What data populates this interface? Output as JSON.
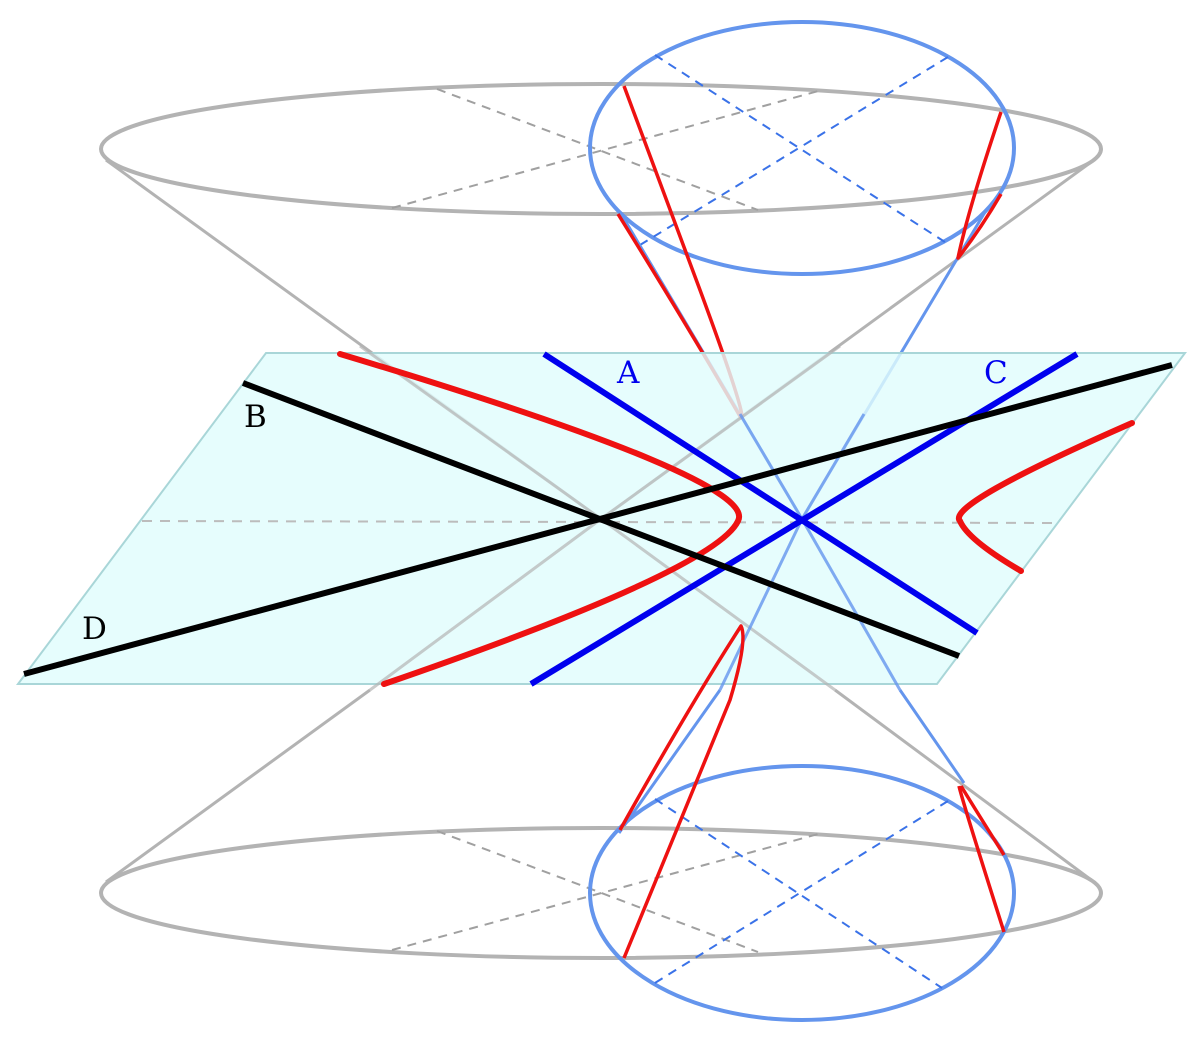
{
  "labels": {
    "a": "A",
    "b": "B",
    "c": "C",
    "d": "D"
  },
  "colors": {
    "plane_fill": "#e0fcfc",
    "plane_edge": "#a9d6d8",
    "gray_cone": "#b3b3b3",
    "blue_cone": "#6495ed",
    "conic_curve": "#ee1111",
    "blue_lines": "#0000ee",
    "black_lines": "#000000",
    "label_blue": "#0000ee",
    "label_black": "#000000"
  }
}
